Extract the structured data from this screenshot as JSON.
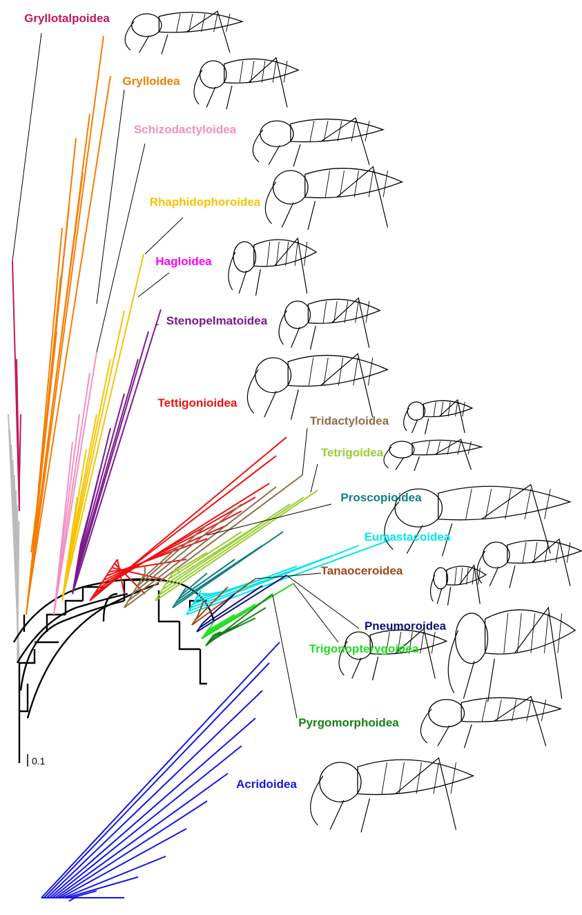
{
  "figure": {
    "scale_bar_label": "0.1"
  },
  "clades": [
    {
      "id": "gryllotalpoidea",
      "label": "Gryllotalpoidea",
      "color": "#c2185b",
      "icon": "mole-cricket-drawing"
    },
    {
      "id": "grylloidea",
      "label": "Grylloidea",
      "color": "#f57c00",
      "icon": "cricket-drawing"
    },
    {
      "id": "schizodactyloidea",
      "label": "Schizodactyloidea",
      "color": "#f48fc1",
      "icon": "splay-footed-cricket-drawing"
    },
    {
      "id": "rhaphidophoroidea",
      "label": "Rhaphidophoroidea",
      "color": "#f5c400",
      "icon": "camel-cricket-drawing"
    },
    {
      "id": "hagloidea",
      "label": "Hagloidea",
      "color": "#ff00ff",
      "icon": "hump-winged-grig-drawing"
    },
    {
      "id": "stenopelmatoidea",
      "label": "Stenopelmatoidea",
      "color": "#7b1a8a",
      "icon": "jerusalem-cricket-drawing"
    },
    {
      "id": "tettigonioidea",
      "label": "Tettigonioidea",
      "color": "#ee1111",
      "icon": "katydid-drawing"
    },
    {
      "id": "tridactyloidea",
      "label": "Tridactyloidea",
      "color": "#8d6e4a",
      "icon": "pygmy-mole-cricket-drawing"
    },
    {
      "id": "tetrigoidea",
      "label": "Tetrigoidea",
      "color": "#9acd32",
      "icon": "groundhopper-drawing"
    },
    {
      "id": "proscopioidea",
      "label": "Proscopioidea",
      "color": "#0e8080",
      "icon": "stick-grasshopper-drawing"
    },
    {
      "id": "eumastacoidea",
      "label": "Eumastacoidea",
      "color": "#00e5ee",
      "icon": "monkey-grasshopper-drawing"
    },
    {
      "id": "tanaoceroidea",
      "label": "Tanaoceroidea",
      "color": "#a0461a",
      "icon": "desert-long-horned-grasshopper-drawing"
    },
    {
      "id": "pneumoroidea",
      "label": "Pneumoroidea",
      "color": "#10107a",
      "icon": "bladder-grasshopper-drawing"
    },
    {
      "id": "trigonopterygoidea",
      "label": "Trigonopterygoidea",
      "color": "#22dd22",
      "icon": "trigonopterygid-drawing"
    },
    {
      "id": "pyrgomorphoidea",
      "label": "Pyrgomorphoidea",
      "color": "#148014",
      "icon": "gaudy-grasshopper-drawing"
    },
    {
      "id": "acridoidea",
      "label": "Acridoidea",
      "color": "#1414e6",
      "icon": "grasshopper-drawing"
    }
  ],
  "colors": {
    "backbone": "#000000",
    "outgroup": "#bbbbbb",
    "leader_line": "#000000",
    "drawing_stroke": "#000000"
  }
}
